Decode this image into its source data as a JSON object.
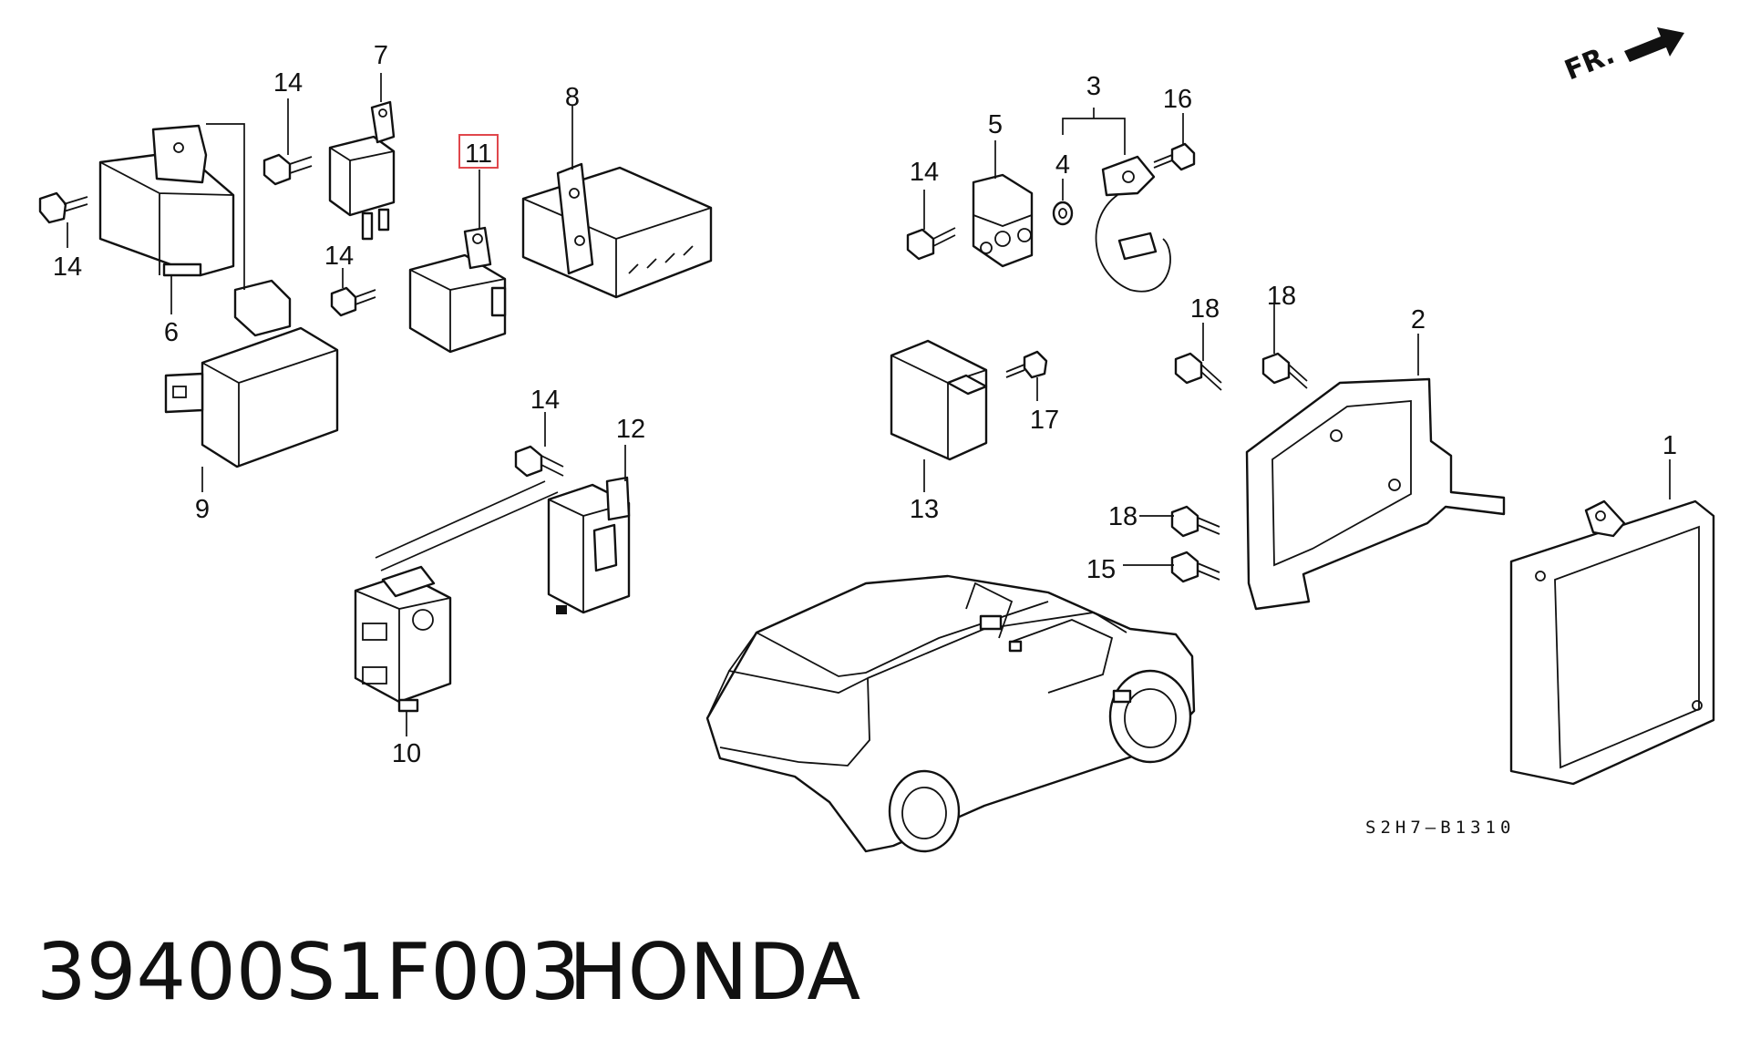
{
  "diagram": {
    "orientation_label": "FR.",
    "diagram_code": "S2H7–B1310",
    "highlighted_callout": "11",
    "callouts": {
      "c1": "1",
      "c2": "2",
      "c3": "3",
      "c4": "4",
      "c5": "5",
      "c6": "6",
      "c7": "7",
      "c8": "8",
      "c9": "9",
      "c10": "10",
      "c11": "11",
      "c12": "12",
      "c13": "13",
      "c14a": "14",
      "c14b": "14",
      "c14c": "14",
      "c14d": "14",
      "c14e": "14",
      "c15": "15",
      "c16": "16",
      "c17": "17",
      "c18a": "18",
      "c18b": "18",
      "c18c": "18"
    }
  },
  "caption": {
    "part_number": "39400S1F003",
    "brand": "HONDA"
  }
}
